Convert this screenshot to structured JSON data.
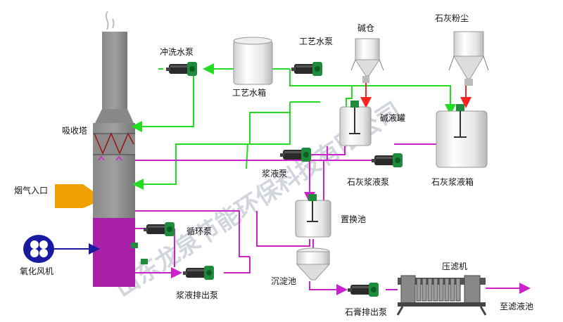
{
  "labels": {
    "absorption_tower": "吸收塔",
    "flue_gas_inlet": "烟气入口",
    "oxidation_fan": "氧化风机",
    "circulation_pump": "循环泵",
    "slurry_discharge_pump": "浆液排出泵",
    "flush_water_pump": "冲洗水泵",
    "process_water_tank": "工艺水箱",
    "process_water_pump": "工艺水泵",
    "alkali_silo": "碱仓",
    "alkali_tank": "碱液罐",
    "lime_dust": "石灰粉尘",
    "lime_slurry_tank": "石灰浆液箱",
    "slurry_pump": "浆液泵",
    "lime_slurry_pump": "石灰浆液泵",
    "replacement_tank": "置换池",
    "settling_tank": "沉淀池",
    "gypsum_discharge_pump": "石膏排出泵",
    "filter_press": "压滤机",
    "to_filtrate_tank": "至滤液池"
  },
  "watermark": "山东龙泉节能环保科技有限公司",
  "colors": {
    "water_line": "#22dd22",
    "slurry_line": "#cc22cc",
    "air_line": "#1a1aa0",
    "dosing_line": "#ff2222",
    "tower_gray": "#7b7b7b",
    "slurry_fill": "#a81fa8",
    "flue_inlet": "#f0a000",
    "pump_green": "#1e8c3c",
    "pump_dark": "#2a2a2a"
  }
}
